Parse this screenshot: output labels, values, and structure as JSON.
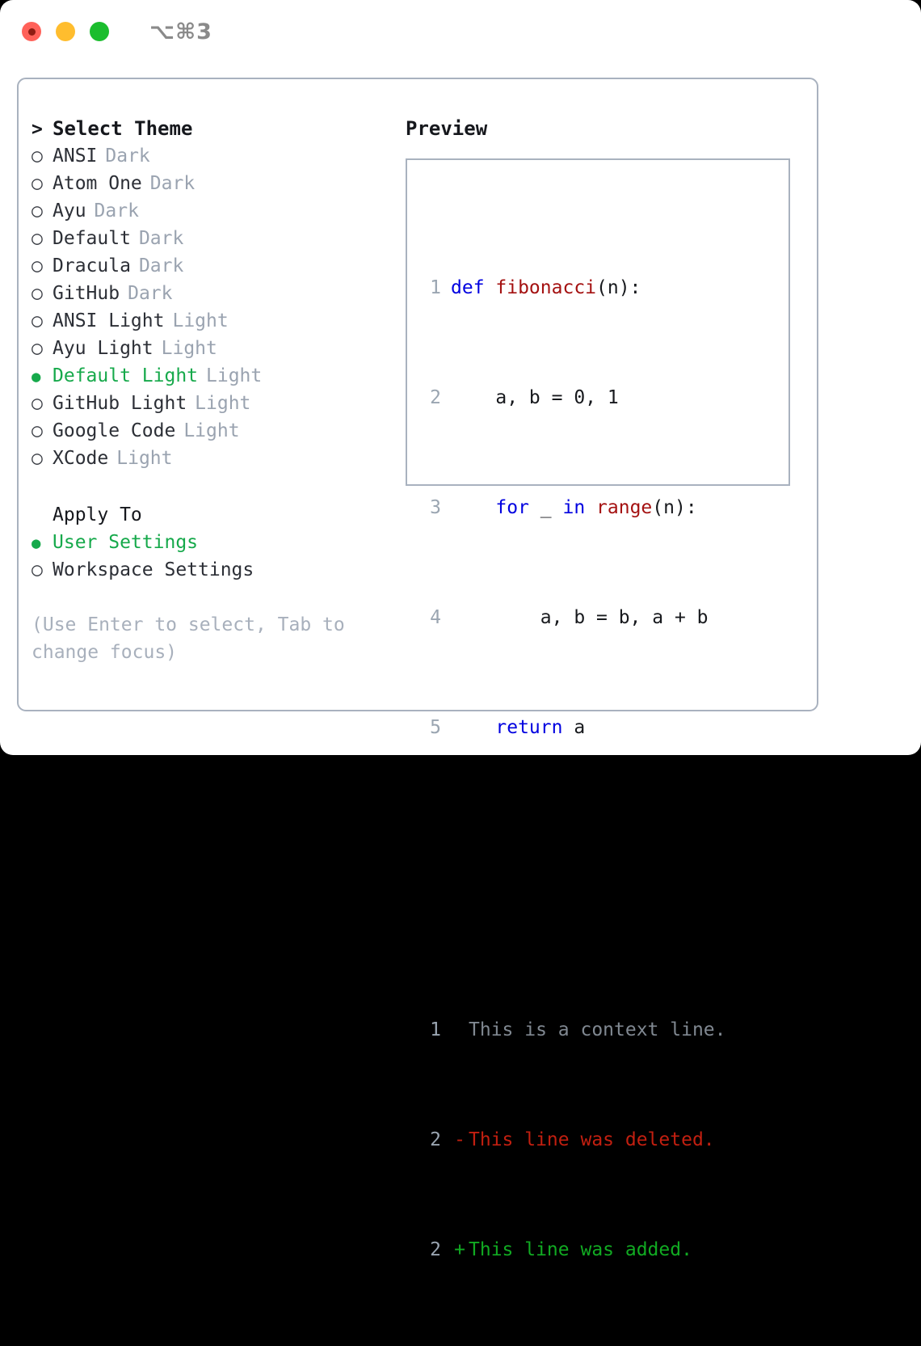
{
  "titlebar": {
    "shortcut": "⌥⌘3",
    "buttons": [
      {
        "name": "close",
        "color": "#ff6159"
      },
      {
        "name": "minimize",
        "color": "#ffbd2e"
      },
      {
        "name": "maximize",
        "color": "#1bbd2e"
      }
    ]
  },
  "colors": {
    "selected_green": "#16a94b",
    "muted_gray": "#9aa3b0",
    "hint_gray": "#a8b0bc",
    "border": "#a9b2bf",
    "keyword_blue": "#0000e0",
    "function_red": "#a41111",
    "diff_deleted": "#c21f10",
    "diff_added": "#11aa22",
    "diff_context": "#808891",
    "line_number": "#9aa5b1"
  },
  "theme_picker": {
    "header": {
      "marker": ">",
      "label": "Select Theme"
    },
    "items": [
      {
        "marker": "○",
        "label": "ANSI",
        "badge": "Dark",
        "selected": false
      },
      {
        "marker": "○",
        "label": "Atom One",
        "badge": "Dark",
        "selected": false
      },
      {
        "marker": "○",
        "label": "Ayu",
        "badge": "Dark",
        "selected": false
      },
      {
        "marker": "○",
        "label": "Default",
        "badge": "Dark",
        "selected": false
      },
      {
        "marker": "○",
        "label": "Dracula",
        "badge": "Dark",
        "selected": false
      },
      {
        "marker": "○",
        "label": "GitHub",
        "badge": "Dark",
        "selected": false
      },
      {
        "marker": "○",
        "label": "ANSI Light",
        "badge": "Light",
        "selected": false
      },
      {
        "marker": "○",
        "label": "Ayu Light",
        "badge": "Light",
        "selected": false
      },
      {
        "marker": "●",
        "label": "Default Light",
        "badge": "Light",
        "selected": true
      },
      {
        "marker": "○",
        "label": "GitHub Light",
        "badge": "Light",
        "selected": false
      },
      {
        "marker": "○",
        "label": "Google Code",
        "badge": "Light",
        "selected": false
      },
      {
        "marker": "○",
        "label": "XCode",
        "badge": "Light",
        "selected": false
      }
    ]
  },
  "apply_to": {
    "header": "Apply To",
    "items": [
      {
        "marker": "●",
        "label": "User Settings",
        "selected": true
      },
      {
        "marker": "○",
        "label": "Workspace Settings",
        "selected": false
      }
    ]
  },
  "hint": "(Use Enter to select, Tab to\nchange focus)",
  "preview": {
    "label": "Preview",
    "code_lines": [
      {
        "no": "1",
        "sign": "",
        "tokens": [
          {
            "t": "def ",
            "c": "tok-kw"
          },
          {
            "t": "fibonacci",
            "c": "tok-fn"
          },
          {
            "t": "(n):",
            "c": "tok-plain"
          }
        ]
      },
      {
        "no": "2",
        "sign": "",
        "tokens": [
          {
            "t": "    a, b = 0, 1",
            "c": "tok-plain"
          }
        ]
      },
      {
        "no": "3",
        "sign": "",
        "tokens": [
          {
            "t": "    ",
            "c": "tok-plain"
          },
          {
            "t": "for",
            "c": "tok-kw"
          },
          {
            "t": " _ ",
            "c": "tok-plain"
          },
          {
            "t": "in ",
            "c": "tok-kw"
          },
          {
            "t": "range",
            "c": "tok-fn"
          },
          {
            "t": "(n):",
            "c": "tok-plain"
          }
        ]
      },
      {
        "no": "4",
        "sign": "",
        "tokens": [
          {
            "t": "        a, b = b, a + b",
            "c": "tok-plain"
          }
        ]
      },
      {
        "no": "5",
        "sign": "",
        "tokens": [
          {
            "t": "    ",
            "c": "tok-plain"
          },
          {
            "t": "return",
            "c": "tok-kw"
          },
          {
            "t": " a",
            "c": "tok-plain"
          }
        ]
      }
    ],
    "diff_lines": [
      {
        "no": "1",
        "sign": " ",
        "sign_class": "diff-ctx",
        "text": "This is a context line.",
        "text_class": "diff-ctx"
      },
      {
        "no": "2",
        "sign": "-",
        "sign_class": "diff-del",
        "text": "This line was deleted.",
        "text_class": "diff-del"
      },
      {
        "no": "2",
        "sign": "+",
        "sign_class": "diff-add",
        "text": "This line was added.",
        "text_class": "diff-add"
      }
    ]
  }
}
